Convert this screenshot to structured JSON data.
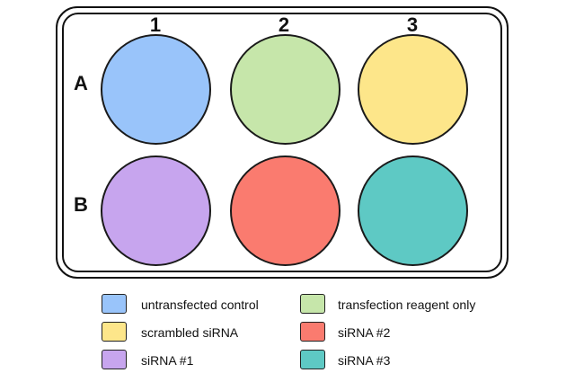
{
  "plate": {
    "columns": [
      "1",
      "2",
      "3"
    ],
    "rows": [
      "A",
      "B"
    ],
    "wells": [
      {
        "id": "A1",
        "color": "#99c4fa"
      },
      {
        "id": "A2",
        "color": "#c6e6aa"
      },
      {
        "id": "A3",
        "color": "#fde68a"
      },
      {
        "id": "B1",
        "color": "#c7a5ee"
      },
      {
        "id": "B2",
        "color": "#fa7b6f"
      },
      {
        "id": "B3",
        "color": "#5ec9c4"
      }
    ]
  },
  "legend": [
    {
      "label": "untransfected control",
      "color": "#99c4fa"
    },
    {
      "label": "transfection reagent only",
      "color": "#c6e6aa"
    },
    {
      "label": "scrambled siRNA",
      "color": "#fde68a"
    },
    {
      "label": "siRNA #2",
      "color": "#fa7b6f"
    },
    {
      "label": "siRNA #1",
      "color": "#c7a5ee"
    },
    {
      "label": "siRNA #3",
      "color": "#5ec9c4"
    }
  ]
}
